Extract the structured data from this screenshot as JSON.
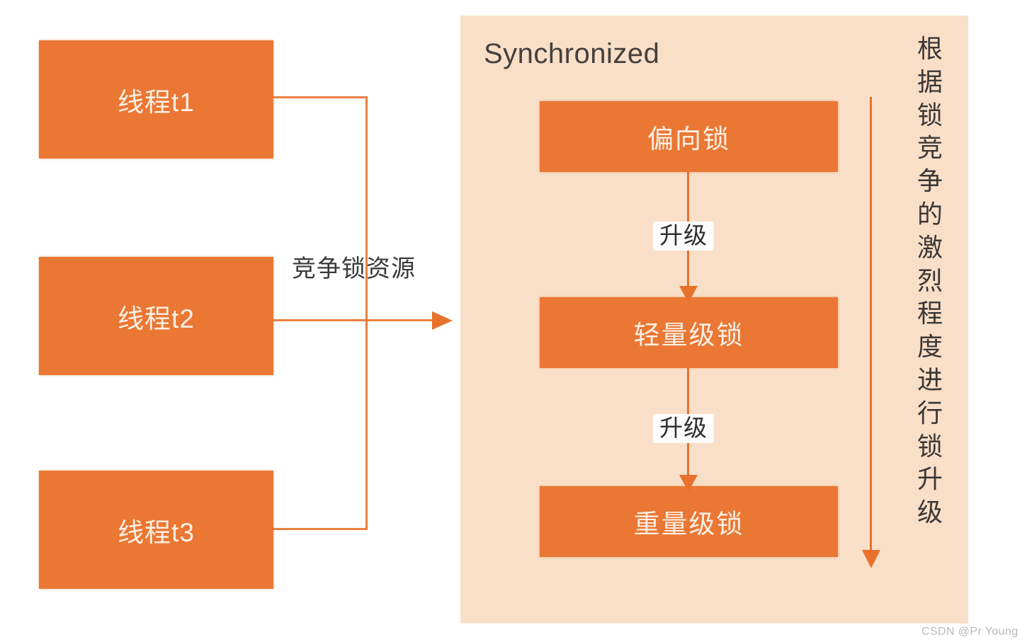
{
  "diagram": {
    "title": "Synchronized",
    "threads": [
      {
        "id": "t1",
        "label": "线程t1"
      },
      {
        "id": "t2",
        "label": "线程t2"
      },
      {
        "id": "t3",
        "label": "线程t3"
      }
    ],
    "flow_label": "竞争锁资源",
    "locks": [
      {
        "id": "biased",
        "label": "偏向锁"
      },
      {
        "id": "lightweight",
        "label": "轻量级锁"
      },
      {
        "id": "heavyweight",
        "label": "重量级锁"
      }
    ],
    "upgrade_labels": [
      "升级",
      "升级"
    ],
    "side_caption": "根据锁竞争的激烈程度进行锁升级",
    "watermark": "CSDN @Pr Young",
    "colors": {
      "box_fill": "#EA7733",
      "box_text": "#FDEFE4",
      "panel_bg": "#F9DFC8",
      "connector": "#E8722B",
      "title_text": "#45403C",
      "label_text": "#3A3A3A",
      "upgrade_label_bg": "#FCFCFC",
      "page_bg": "#FFFFFF",
      "watermark_text": "#B9B9B9"
    }
  }
}
